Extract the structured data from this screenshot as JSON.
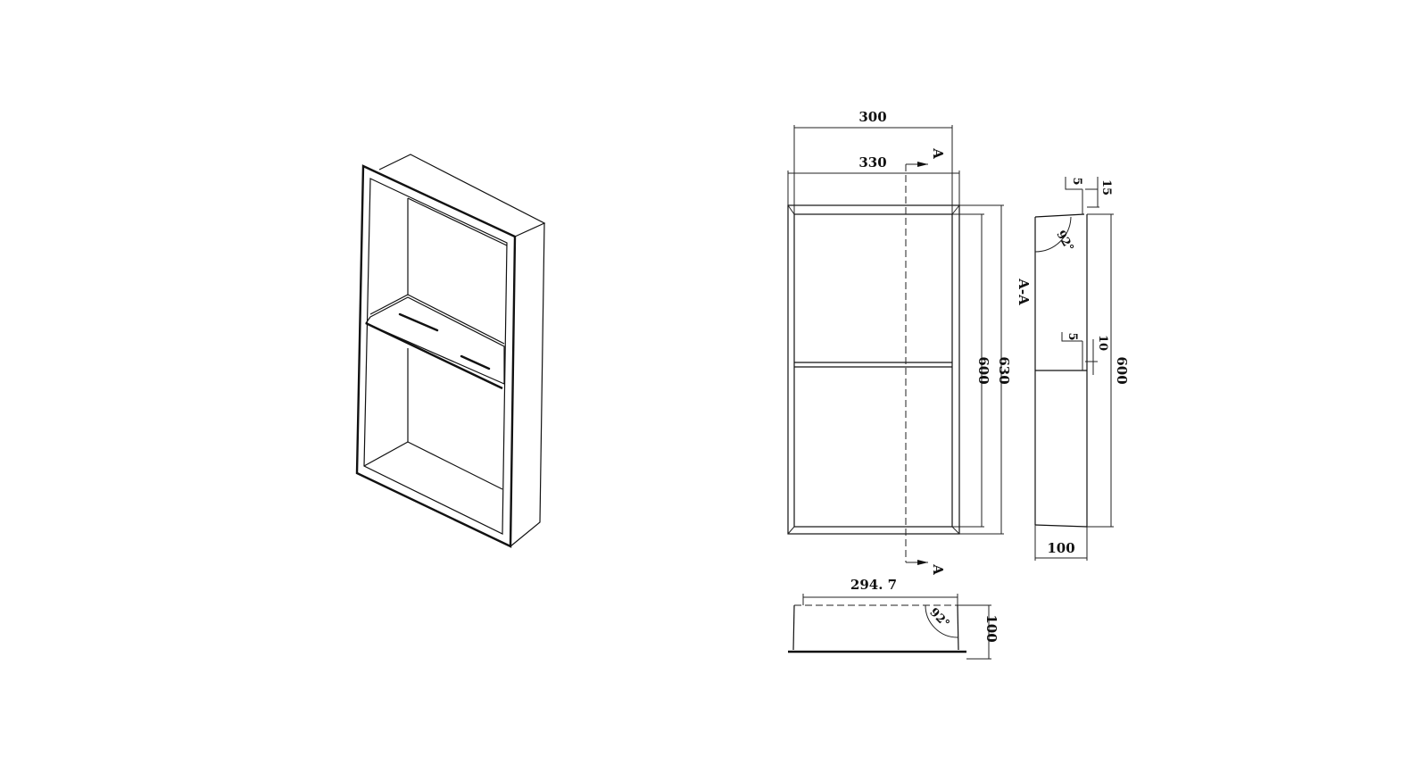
{
  "isometric_view": {},
  "front_view": {
    "dim_inner_width": "300",
    "dim_outer_width": "330",
    "dim_inner_height": "600",
    "dim_outer_height": "630",
    "section_marker_top": "A",
    "section_marker_bottom": "A"
  },
  "section_view": {
    "title": "A-A",
    "dim_flange_top_5": "5",
    "dim_flange_top_15": "15",
    "dim_shelf_5": "5",
    "dim_shelf_10": "10",
    "dim_height": "600",
    "dim_depth": "100",
    "angle": "92°"
  },
  "bottom_view": {
    "dim_width": "294. 7",
    "dim_depth": "100",
    "angle": "92°"
  }
}
